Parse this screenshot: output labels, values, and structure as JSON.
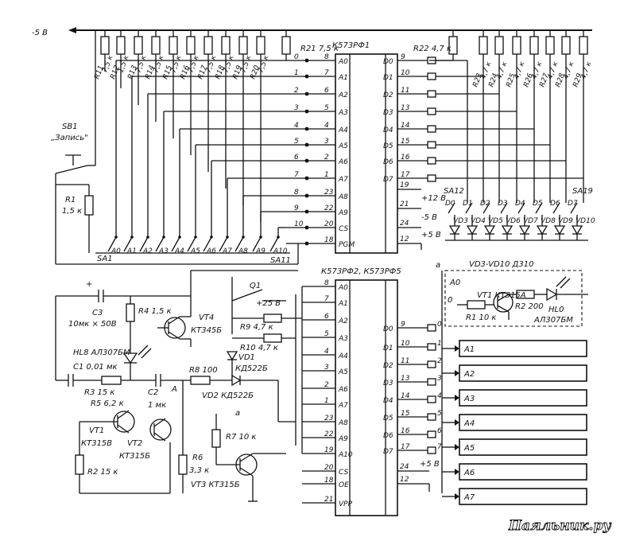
{
  "supply": {
    "minus5": "-5 В",
    "plus25": "+25 В",
    "plus12": "+12 В",
    "minus5b": "-5 В",
    "plus5": "+5 В",
    "plus5b": "+5 В"
  },
  "chip1": {
    "name": "К573РФ1",
    "addr_pins": [
      {
        "label": "A0",
        "num": "8"
      },
      {
        "label": "A1",
        "num": "7"
      },
      {
        "label": "A2",
        "num": "6"
      },
      {
        "label": "A3",
        "num": "5"
      },
      {
        "label": "A4",
        "num": "4"
      },
      {
        "label": "A5",
        "num": "3"
      },
      {
        "label": "A6",
        "num": "2"
      },
      {
        "label": "A7",
        "num": "1"
      },
      {
        "label": "A8",
        "num": "23"
      },
      {
        "label": "A9",
        "num": "22"
      },
      {
        "label": "CS",
        "num": "20"
      },
      {
        "label": "PGM",
        "num": "18"
      }
    ],
    "addr_bits": [
      "0",
      "1",
      "2",
      "3",
      "4",
      "5",
      "6",
      "7",
      "8",
      "9",
      "10"
    ],
    "data_pins": [
      {
        "label": "D0",
        "num": "9"
      },
      {
        "label": "D1",
        "num": "10"
      },
      {
        "label": "D2",
        "num": "11"
      },
      {
        "label": "D3",
        "num": "13"
      },
      {
        "label": "D4",
        "num": "14"
      },
      {
        "label": "D5",
        "num": "15"
      },
      {
        "label": "D6",
        "num": "16"
      },
      {
        "label": "D7",
        "num": "17"
      }
    ],
    "power_pins": [
      "19",
      "21",
      "24",
      "12"
    ]
  },
  "chip2": {
    "name": "К573РФ2, К573РФ5",
    "addr_pins": [
      {
        "label": "A0",
        "num": "8"
      },
      {
        "label": "A1",
        "num": "7"
      },
      {
        "label": "A2",
        "num": "6"
      },
      {
        "label": "A3",
        "num": "5"
      },
      {
        "label": "A4",
        "num": "4"
      },
      {
        "label": "A5",
        "num": "3"
      },
      {
        "label": "A6",
        "num": "2"
      },
      {
        "label": "A7",
        "num": "1"
      },
      {
        "label": "A8",
        "num": "23"
      },
      {
        "label": "A9",
        "num": "22"
      },
      {
        "label": "A10",
        "num": "19"
      },
      {
        "label": "CS",
        "num": "20"
      },
      {
        "label": "OE",
        "num": "18"
      },
      {
        "label": "VPP",
        "num": "21"
      }
    ],
    "data_pins": [
      {
        "label": "D0",
        "num": "9",
        "bit": "0"
      },
      {
        "label": "D1",
        "num": "10",
        "bit": "1"
      },
      {
        "label": "D2",
        "num": "11",
        "bit": "2"
      },
      {
        "label": "D3",
        "num": "13",
        "bit": "3"
      },
      {
        "label": "D4",
        "num": "14",
        "bit": "4"
      },
      {
        "label": "D5",
        "num": "15",
        "bit": "5"
      },
      {
        "label": "D6",
        "num": "16",
        "bit": "6"
      },
      {
        "label": "D7",
        "num": "17",
        "bit": "7"
      }
    ],
    "power_pins": [
      "24",
      "12"
    ]
  },
  "top_resistors": [
    {
      "ref": "R11",
      "val": "7,5 к"
    },
    {
      "ref": "R12",
      "val": "1,5 к"
    },
    {
      "ref": "R13",
      "val": "7,5 к"
    },
    {
      "ref": "R14",
      "val": "7,5 к"
    },
    {
      "ref": "R15",
      "val": "7,5 к"
    },
    {
      "ref": "R16",
      "val": "7,5 к"
    },
    {
      "ref": "R17",
      "val": "7,5 к"
    },
    {
      "ref": "R18",
      "val": "7,5 к"
    },
    {
      "ref": "R19",
      "val": "7,5 к"
    },
    {
      "ref": "R20",
      "val": "7,5 к"
    }
  ],
  "r21": "R21 7,5 к",
  "r22": "R22 4,7 к",
  "right_resistors": [
    {
      "ref": "R23",
      "val": "4,7 к"
    },
    {
      "ref": "R24",
      "val": "4,7 к"
    },
    {
      "ref": "R25",
      "val": "4,7 к"
    },
    {
      "ref": "R26",
      "val": "4,7 к"
    },
    {
      "ref": "R27",
      "val": "4,7 к"
    },
    {
      "ref": "R28",
      "val": "4,7 к"
    },
    {
      "ref": "R29",
      "val": "4,7 к"
    }
  ],
  "switches": {
    "sa1": "SA1",
    "sa11": "SA11",
    "sa12": "SA12",
    "sa19": "SA19",
    "addr_labels": [
      "A0",
      "A1",
      "A2",
      "A3",
      "A4",
      "A5",
      "A6",
      "A7",
      "A8",
      "A9",
      "A10"
    ],
    "data_labels": [
      "D0",
      "D1",
      "D2",
      "D3",
      "D4",
      "D5",
      "D6",
      "D7"
    ],
    "diode_labels": [
      "VD3",
      "VD4",
      "VD5",
      "VD6",
      "VD7",
      "VD8",
      "VD9",
      "VD10"
    ],
    "diode_note": "VD3-VD10  Д310"
  },
  "sb1": {
    "ref": "SB1",
    "name": "„Запись\""
  },
  "r1": {
    "ref": "R1",
    "val": "1,5 к"
  },
  "q1": "Q1",
  "parts": {
    "c3": "C3",
    "c3v": "10мк × 50В",
    "r4": "R4 1,5 к",
    "vt4": "VT4",
    "vt4t": "КТ345Б",
    "r9": "R9 4,7 к",
    "r10": "R10 4,7 к",
    "vd1": "VD1",
    "vd1t": "КД522Б",
    "hl8": "HL8 АЛ307БМ",
    "c1": "C1 0,01 мк",
    "r8": "R8 100",
    "vd2": "VD2 КД522Б",
    "r3": "R3 15 к",
    "r5": "R5 6,2 к",
    "c2": "C2",
    "c2v": "1 мк",
    "na": "A",
    "vt1": "VT1",
    "vt1t": "КТ315В",
    "vt2": "VT2",
    "vt2t": "КТ315Б",
    "r7": "R7 10 к",
    "a": "a",
    "r2": "R2 15 к",
    "r6": "R6",
    "r6v": "3,3 к",
    "vt3": "VT3 КТ315Б"
  },
  "indicator": {
    "a0": "A0",
    "zero": "0",
    "r1": "R1 10 к",
    "vt1": "VT1 КТ315А",
    "r2": "R2 200",
    "hl0": "HL0",
    "hl0t": "АЛ307БМ",
    "a": "a"
  },
  "outputs": [
    "A1",
    "A2",
    "A3",
    "A4",
    "A5",
    "A6",
    "A7"
  ],
  "watermark": "Паяльник.ру"
}
